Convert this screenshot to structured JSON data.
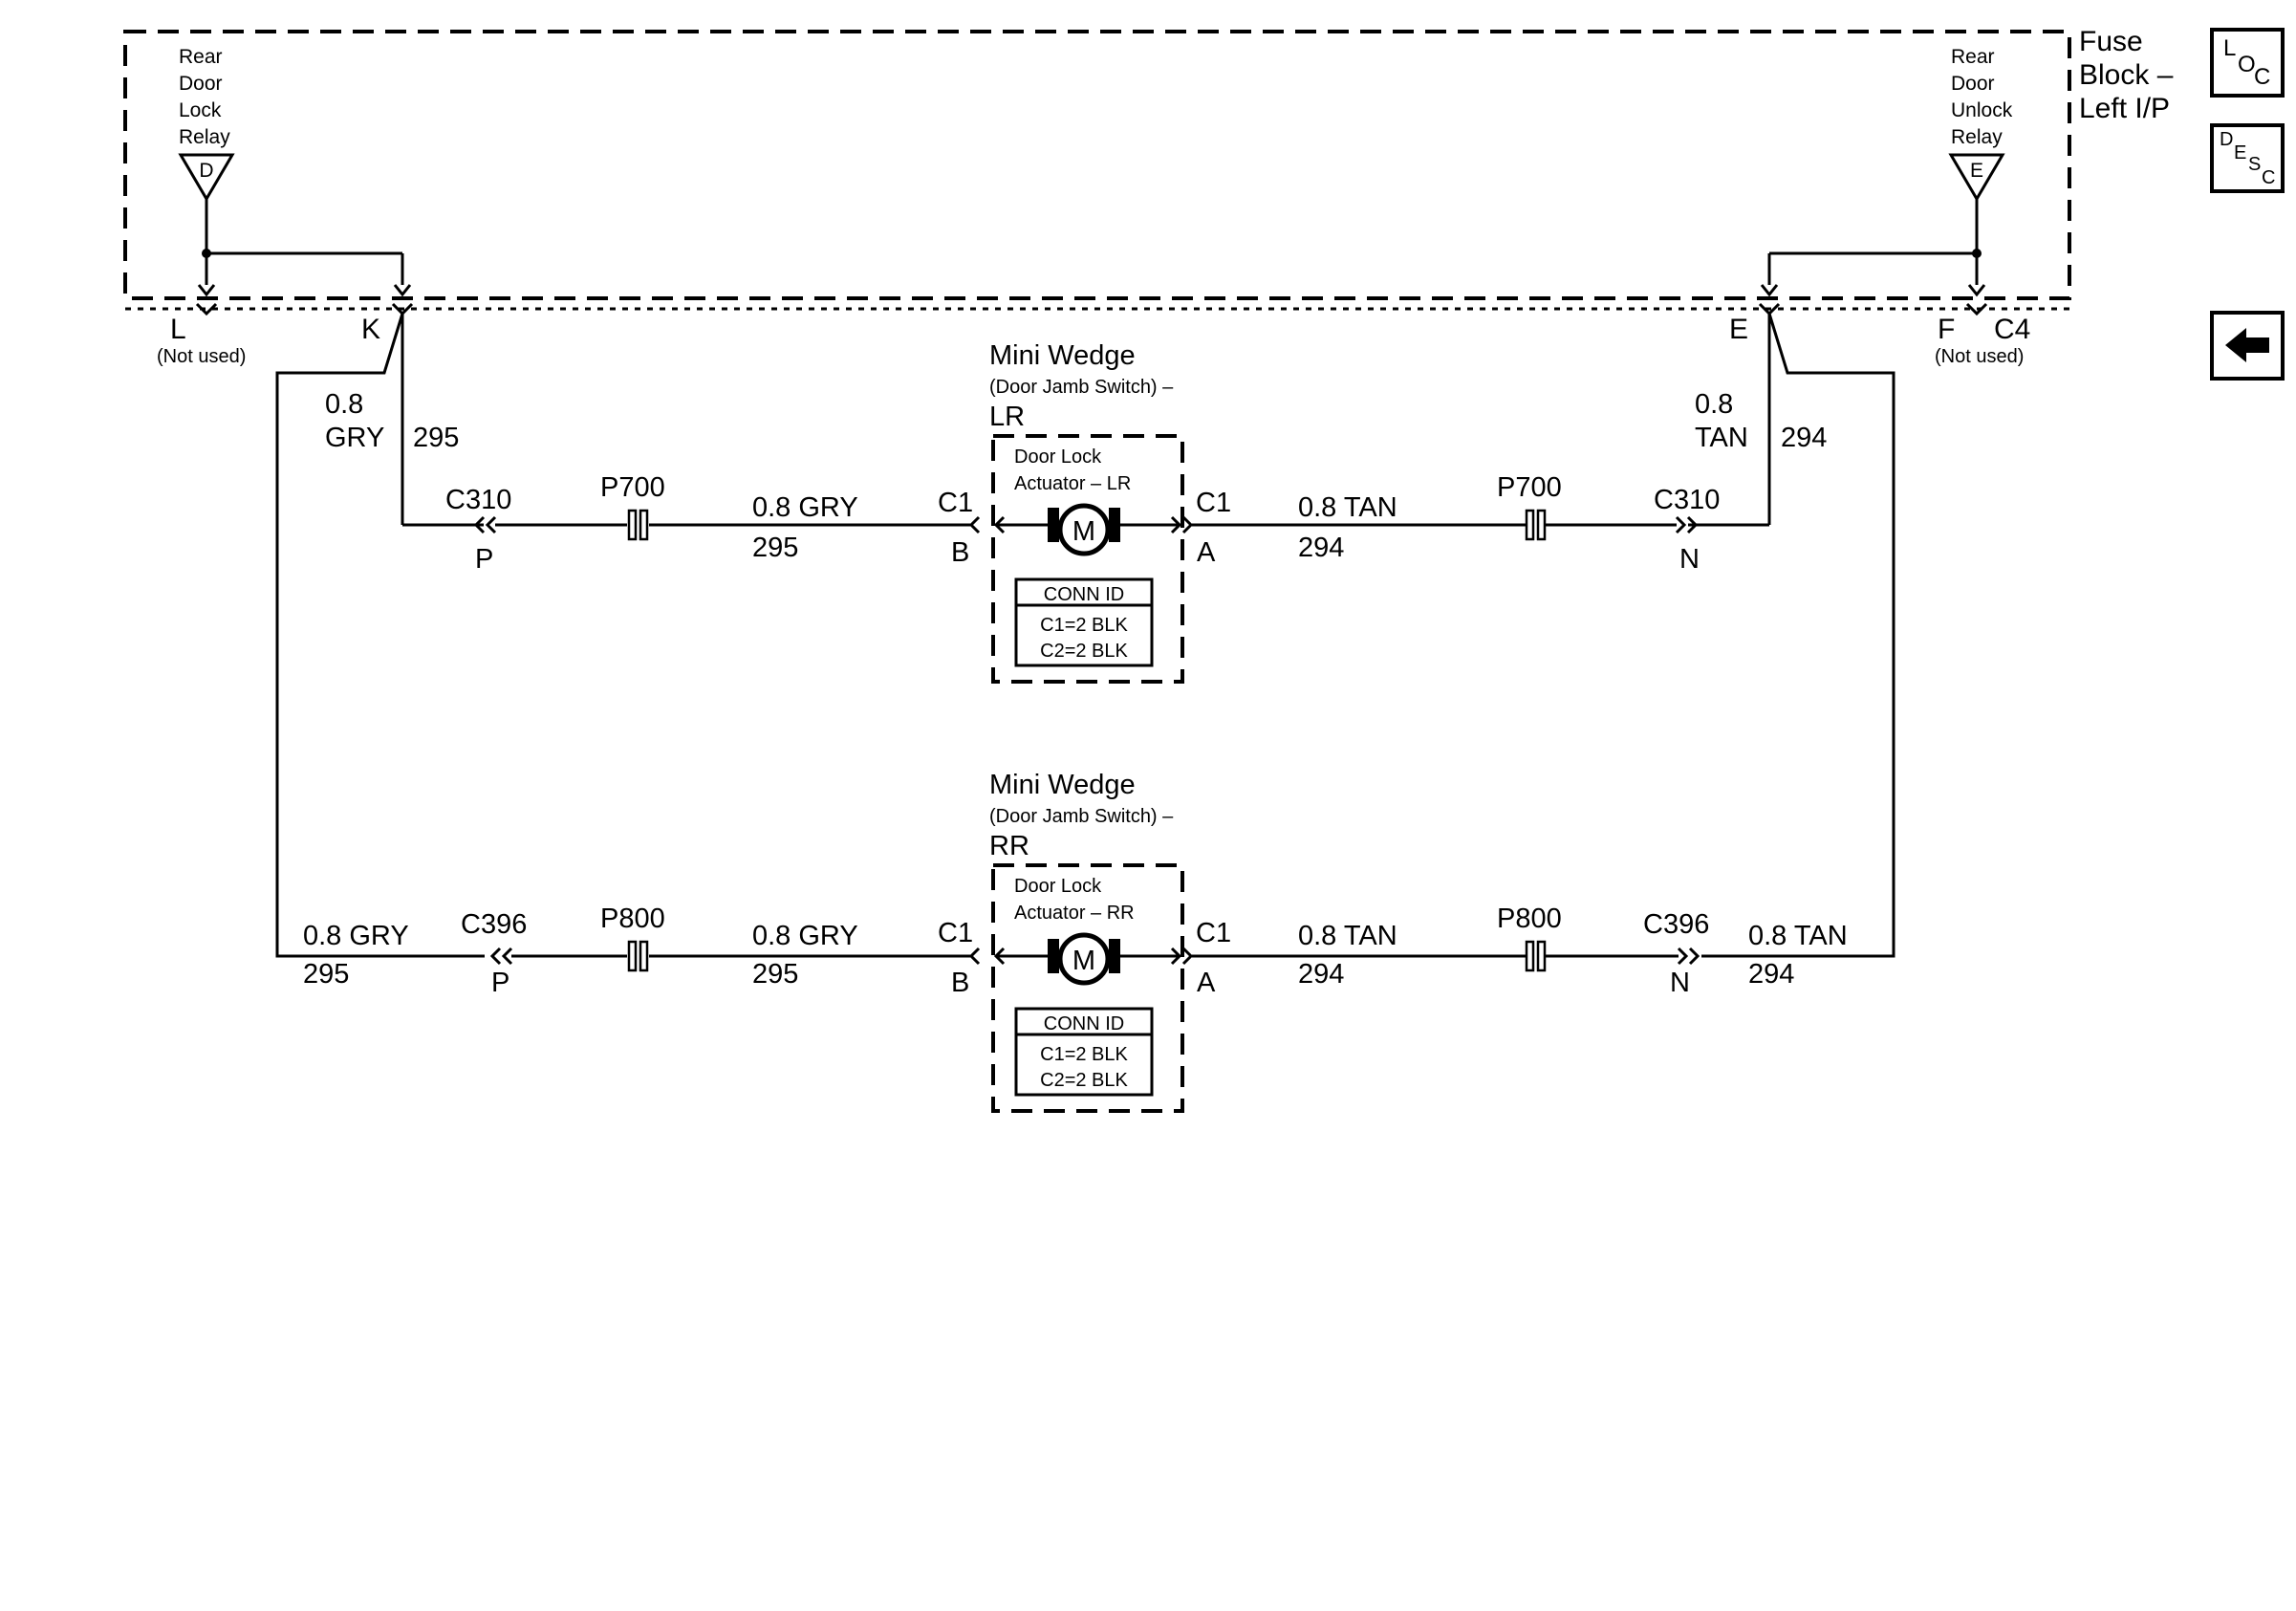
{
  "fuse_block": {
    "line1": "Fuse",
    "line2": "Block –",
    "line3": "Left I/P",
    "connector": "C4"
  },
  "relays": {
    "lock": {
      "lines": [
        "Rear",
        "Door",
        "Lock",
        "Relay"
      ],
      "pin": "D"
    },
    "unlock": {
      "lines": [
        "Rear",
        "Door",
        "Unlock",
        "Relay"
      ],
      "pin": "E"
    }
  },
  "terminals": {
    "L": "L",
    "K": "K",
    "E": "E",
    "F": "F",
    "not_used": "(Not used)"
  },
  "wires": {
    "k_size": "0.8",
    "k_color": "GRY",
    "k_circuit": "295",
    "e_size": "0.8",
    "e_color": "TAN",
    "e_circuit": "294",
    "gry": "0.8 GRY",
    "tan": "0.8 TAN",
    "c295": "295",
    "c294": "294"
  },
  "connectors": {
    "c310": "C310",
    "c396": "C396",
    "p700": "P700",
    "p800": "P800",
    "c1": "C1",
    "pin_p": "P",
    "pin_n": "N",
    "pin_a": "A",
    "pin_b": "B"
  },
  "switch_lr": {
    "title": "Mini Wedge",
    "subtitle": "(Door Jamb Switch) –",
    "position": "LR",
    "actuator_line1": "Door Lock",
    "actuator_line2": "Actuator – LR",
    "motor": "M",
    "conn_id": "CONN ID",
    "conn_c1": "C1=2 BLK",
    "conn_c2": "C2=2 BLK"
  },
  "switch_rr": {
    "title": "Mini Wedge",
    "subtitle": "(Door Jamb Switch) –",
    "position": "RR",
    "actuator_line1": "Door Lock",
    "actuator_line2": "Actuator – RR",
    "motor": "M",
    "conn_id": "CONN ID",
    "conn_c1": "C1=2 BLK",
    "conn_c2": "C2=2 BLK"
  },
  "nav": {
    "loc": {
      "big": "L",
      "sub1": "O",
      "sub2": "C"
    },
    "desc": {
      "big": "D",
      "sub1": "E",
      "sub2": "S",
      "sub3": "C"
    },
    "back_icon": "left-arrow-icon"
  }
}
